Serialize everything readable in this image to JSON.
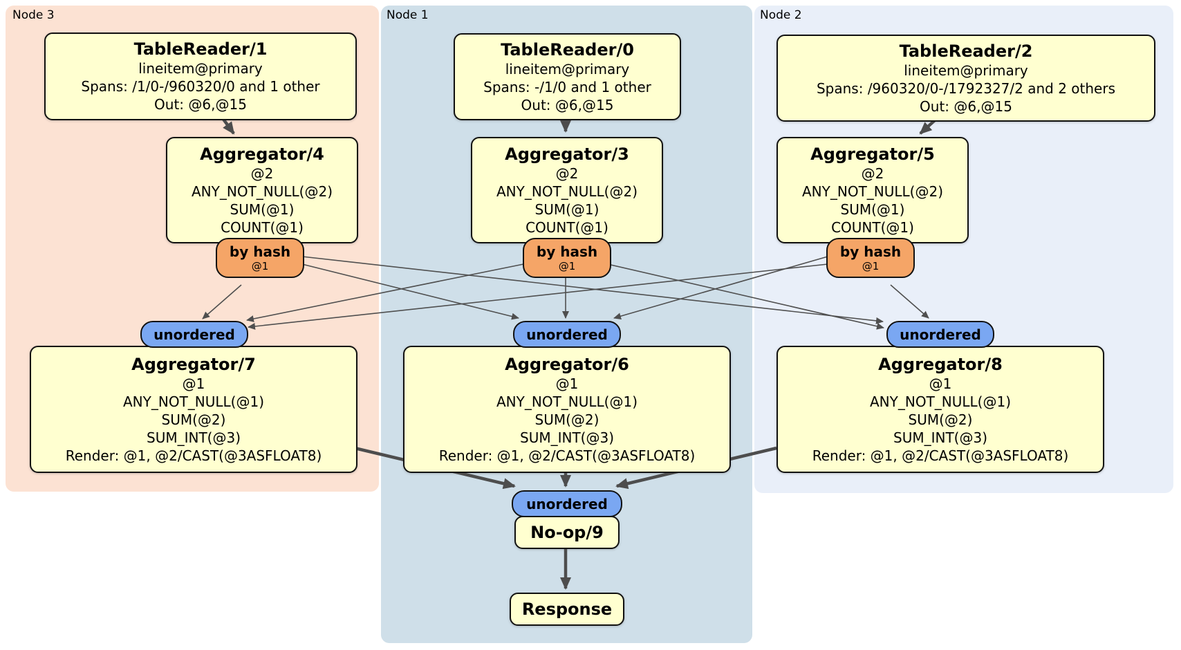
{
  "groups": [
    {
      "label": "Node 3"
    },
    {
      "label": "Node 1"
    },
    {
      "label": "Node 2"
    }
  ],
  "router": {
    "label": "by hash",
    "detail": "@1"
  },
  "sync": {
    "label": "unordered"
  },
  "processors": {
    "tr1": {
      "title": "TableReader/1",
      "lines": [
        "lineitem@primary",
        "Spans: /1/0-/960320/0 and 1 other",
        "Out: @6,@15"
      ]
    },
    "tr0": {
      "title": "TableReader/0",
      "lines": [
        "lineitem@primary",
        "Spans: -/1/0 and 1 other",
        "Out: @6,@15"
      ]
    },
    "tr2": {
      "title": "TableReader/2",
      "lines": [
        "lineitem@primary",
        "Spans: /960320/0-/1792327/2 and 2 others",
        "Out: @6,@15"
      ]
    },
    "agg4": {
      "title": "Aggregator/4",
      "lines": [
        "@2",
        "ANY_NOT_NULL(@2)",
        "SUM(@1)",
        "COUNT(@1)"
      ]
    },
    "agg3": {
      "title": "Aggregator/3",
      "lines": [
        "@2",
        "ANY_NOT_NULL(@2)",
        "SUM(@1)",
        "COUNT(@1)"
      ]
    },
    "agg5": {
      "title": "Aggregator/5",
      "lines": [
        "@2",
        "ANY_NOT_NULL(@2)",
        "SUM(@1)",
        "COUNT(@1)"
      ]
    },
    "agg7": {
      "title": "Aggregator/7",
      "lines": [
        "@1",
        "ANY_NOT_NULL(@1)",
        "SUM(@2)",
        "SUM_INT(@3)",
        "Render: @1, @2/CAST(@3ASFLOAT8)"
      ]
    },
    "agg6": {
      "title": "Aggregator/6",
      "lines": [
        "@1",
        "ANY_NOT_NULL(@1)",
        "SUM(@2)",
        "SUM_INT(@3)",
        "Render: @1, @2/CAST(@3ASFLOAT8)"
      ]
    },
    "agg8": {
      "title": "Aggregator/8",
      "lines": [
        "@1",
        "ANY_NOT_NULL(@1)",
        "SUM(@2)",
        "SUM_INT(@3)",
        "Render: @1, @2/CAST(@3ASFLOAT8)"
      ]
    },
    "noop9": {
      "title": "No-op/9"
    },
    "response": {
      "title": "Response"
    }
  },
  "colors": {
    "node3_bg": "#fce2d3",
    "node1_bg": "#cfdfe9",
    "node2_bg": "#e9eff9",
    "processor_fill": "#ffffd0",
    "router_fill": "#f5a567",
    "sync_fill": "#7aa7f2",
    "edge_color": "#4d4d4d",
    "border_color": "#111111"
  }
}
